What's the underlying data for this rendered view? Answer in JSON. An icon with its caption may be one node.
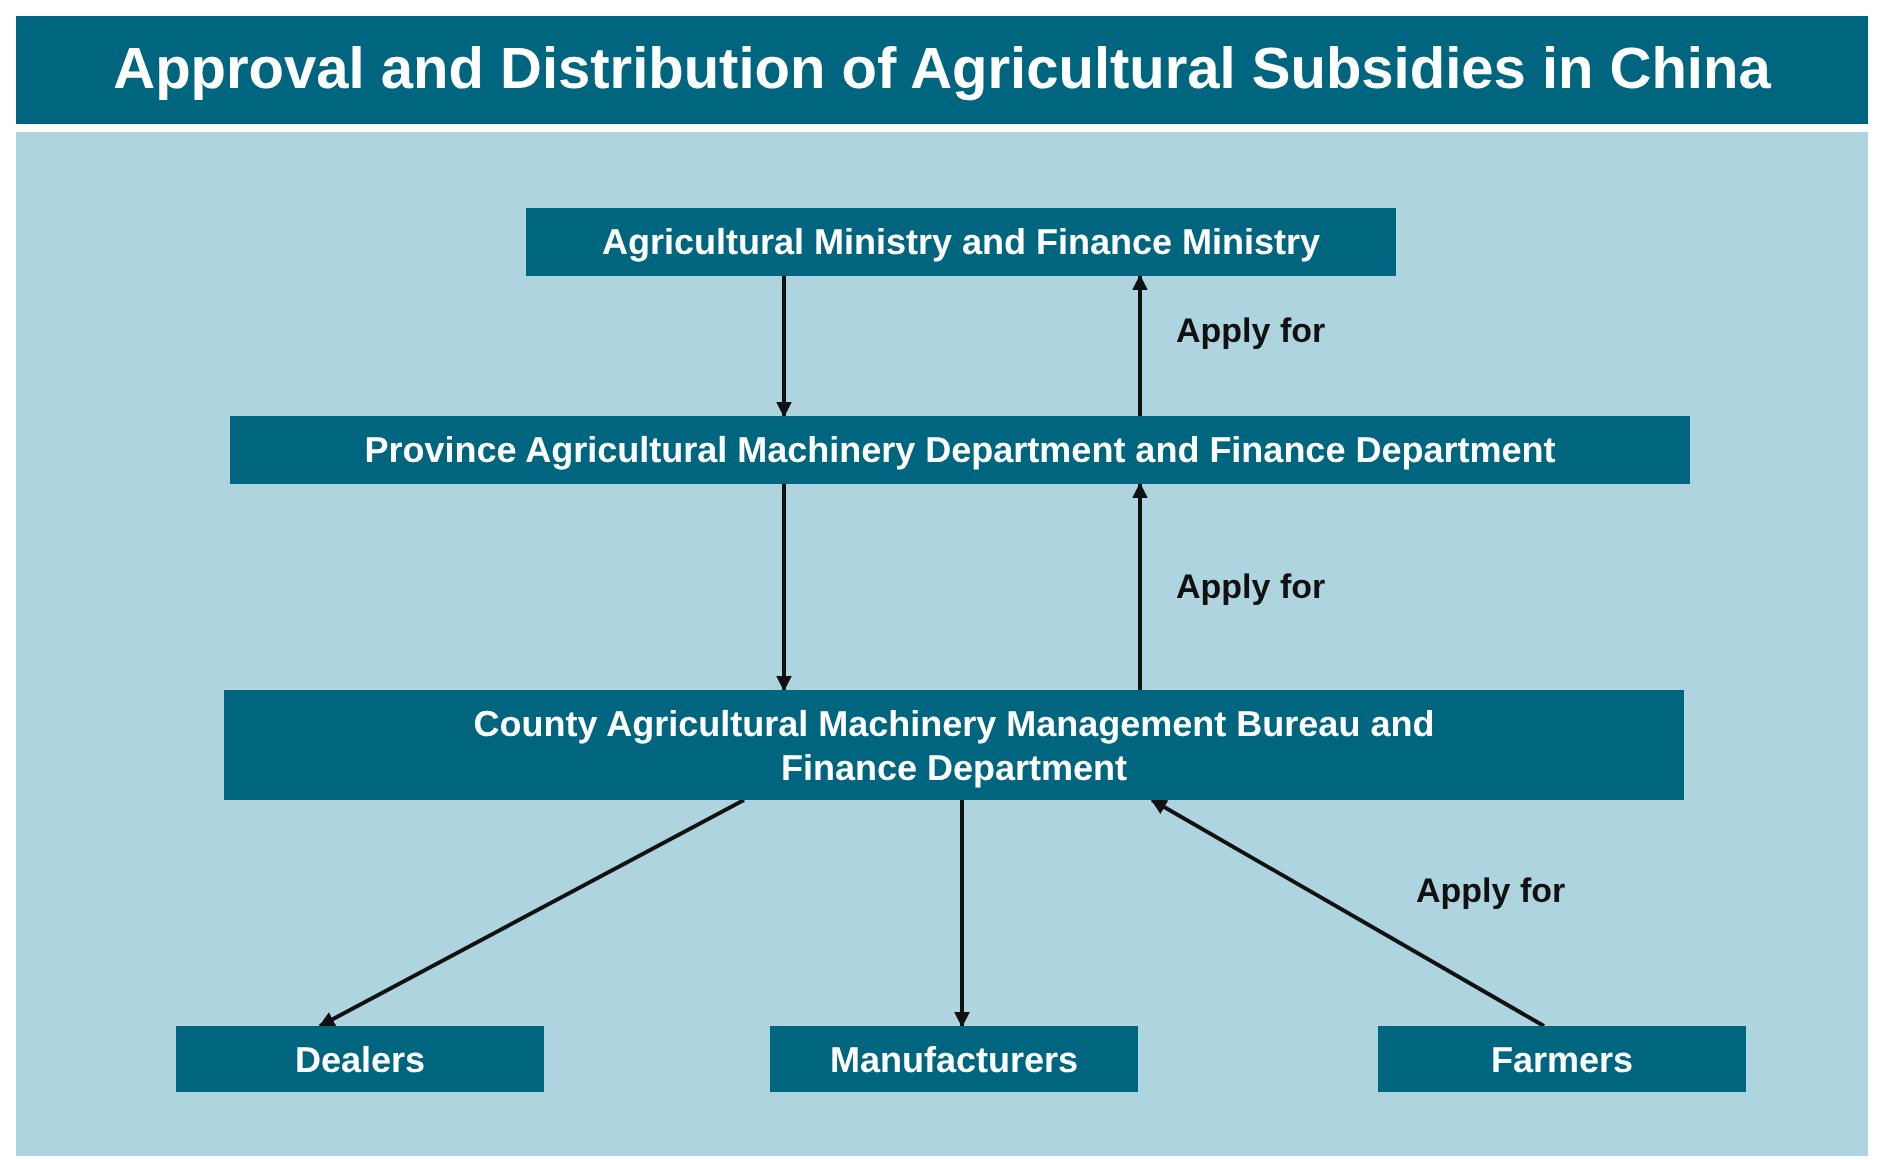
{
  "diagram": {
    "title": "Approval and Distribution of Agricultural Subsidies in China",
    "nodes": [
      {
        "text": [
          "Agricultural Ministry and Finance Ministry"
        ]
      },
      {
        "text": [
          "Province Agricultural Machinery Department and Finance Department"
        ]
      },
      {
        "text": [
          "County Agricultural Machinery Management Bureau and Finance Department"
        ]
      },
      {
        "text": [
          "Dealers"
        ]
      },
      {
        "text": [
          "Manufacturers"
        ]
      },
      {
        "text": [
          "Farmers"
        ]
      }
    ],
    "edges": [
      {
        "from": 0,
        "to": 1,
        "arrow": "to"
      },
      {
        "from": 1,
        "to": 0,
        "arrow": "to",
        "label": "Apply for"
      },
      {
        "from": 1,
        "to": 2,
        "arrow": "to"
      },
      {
        "from": 2,
        "to": 1,
        "arrow": "to",
        "label": "Apply for"
      },
      {
        "from": 2,
        "to": 3,
        "arrow": "to"
      },
      {
        "from": 2,
        "to": 4,
        "arrow": "to"
      },
      {
        "from": 5,
        "to": 2,
        "arrow": "to",
        "label": "Apply for"
      }
    ]
  }
}
